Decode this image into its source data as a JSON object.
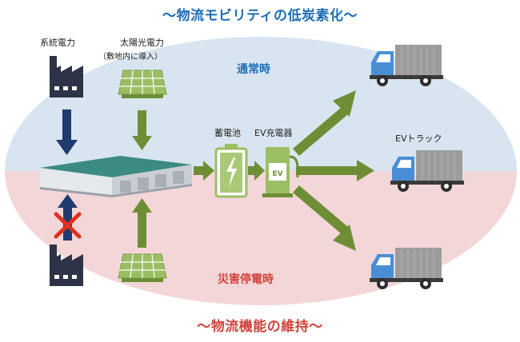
{
  "title_top": "～物流モビリティの低炭素化～",
  "title_bottom": "～物流機能の維持～",
  "labels": {
    "grid_power": "系統電力",
    "solar_power": "太陽光電力",
    "solar_note": "（敷地内に導入）",
    "battery": "蓄電池",
    "charger": "EV充電器",
    "ev_truck": "EVトラック",
    "charger_mark": "EV"
  },
  "modes": {
    "normal": "通常時",
    "disaster": "災害停電時"
  },
  "colors": {
    "normal_bg": "#D8E5F1",
    "disaster_bg": "#F3D6D8",
    "arrow_green": "#6E8E35",
    "arrow_navy": "#1E3A6E",
    "factory": "#2E3347",
    "cross_red": "#E0301E",
    "title_blue": "#1F6DB5",
    "title_red": "#D1443C"
  },
  "icons": [
    "factory-icon",
    "solar-panel-icon",
    "warehouse-icon",
    "battery-icon",
    "ev-charger-icon",
    "truck-icon",
    "cross-icon"
  ]
}
